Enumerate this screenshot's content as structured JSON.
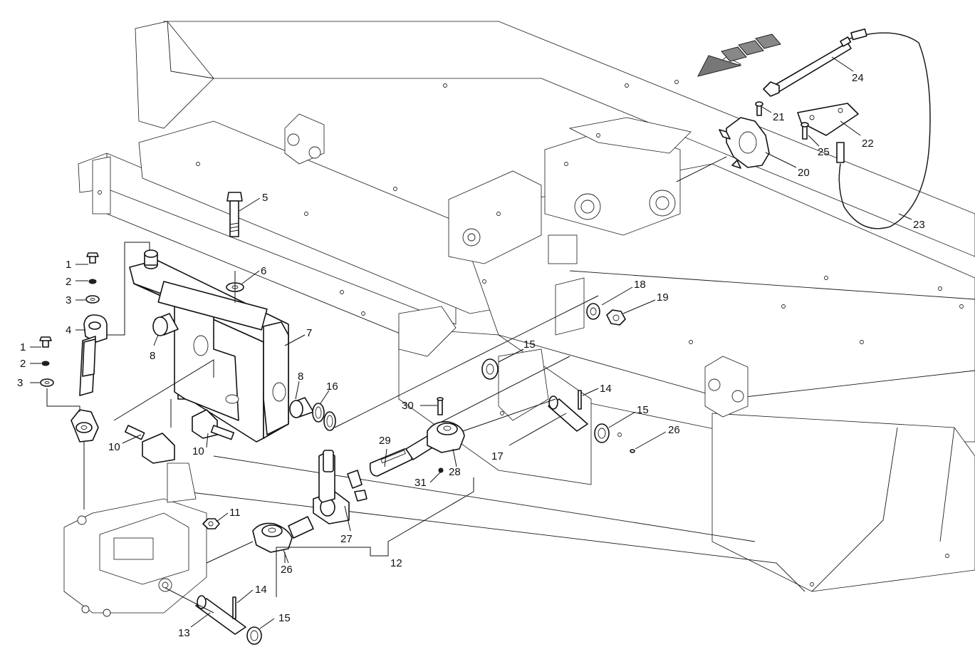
{
  "diagram": {
    "callouts": [
      "1",
      "2",
      "3",
      "4",
      "1",
      "2",
      "3",
      "5",
      "6",
      "7",
      "8",
      "8",
      "16",
      "10",
      "10",
      "11",
      "12",
      "13",
      "14",
      "15",
      "26",
      "27",
      "28",
      "29",
      "30",
      "31",
      "15",
      "14",
      "15",
      "26",
      "17",
      "18",
      "19",
      "20",
      "21",
      "22",
      "23",
      "24",
      "25"
    ]
  }
}
